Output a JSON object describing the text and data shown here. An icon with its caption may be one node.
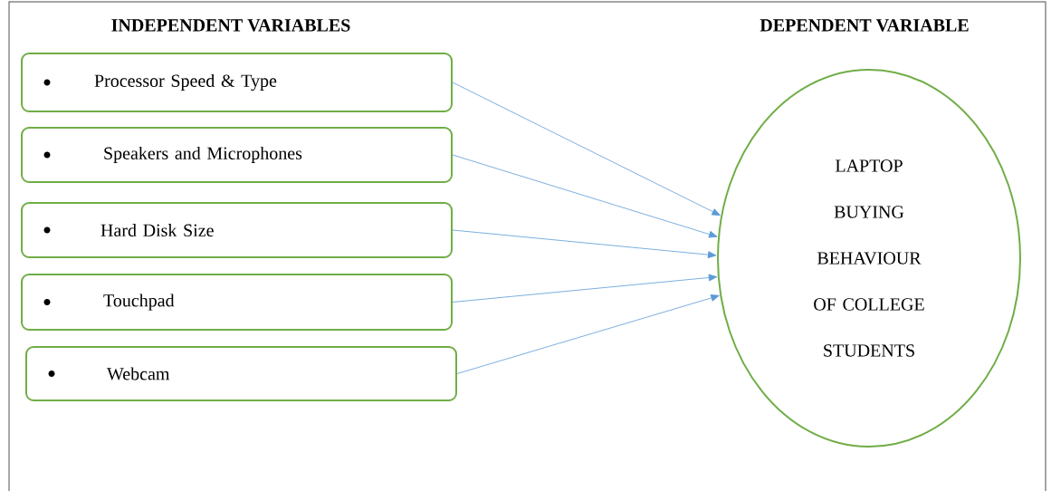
{
  "diagram": {
    "nodes": [
      {
        "text": [
          "Processor Speed & Type"
        ]
      },
      {
        "text": [
          "Speakers and Microphones"
        ]
      },
      {
        "text": [
          "Hard Disk Size"
        ]
      },
      {
        "text": [
          "Touchpad"
        ]
      },
      {
        "text": [
          "Webcam"
        ]
      },
      {
        "text": [
          "LAPTOP BUYING BEHAVIOUR OF COLLEGE STUDENTS"
        ]
      }
    ],
    "edges": [
      {
        "from": 0,
        "to": 5,
        "arrow": "to"
      },
      {
        "from": 1,
        "to": 5,
        "arrow": "to"
      },
      {
        "from": 2,
        "to": 5,
        "arrow": "to"
      },
      {
        "from": 3,
        "to": 5,
        "arrow": "to"
      },
      {
        "from": 4,
        "to": 5,
        "arrow": "to"
      }
    ],
    "labels": [
      "INDEPENDENT VARIABLES",
      "DEPENDENT VARIABLE"
    ]
  }
}
